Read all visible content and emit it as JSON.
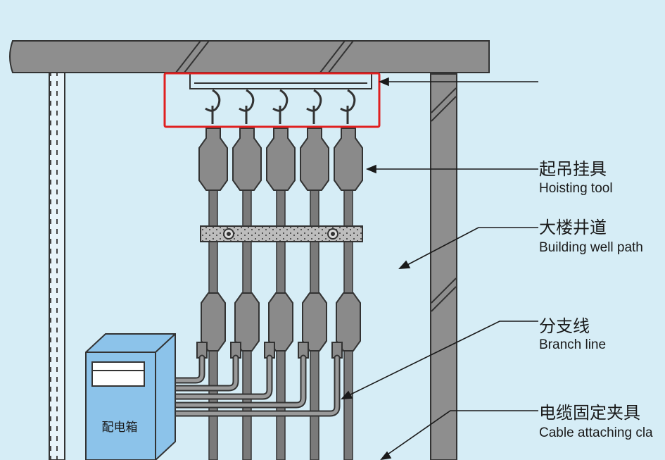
{
  "labels": {
    "hoisting_tool_cn": "起吊挂具",
    "hoisting_tool_en": "Hoisting tool",
    "well_path_cn": "大楼井道",
    "well_path_en": "Building well path",
    "branch_line_cn": "分支线",
    "branch_line_en": "Branch line",
    "clamp_cn": "电缆固定夹具",
    "clamp_en": "Cable attaching cla"
  },
  "distribution_box": {
    "label": "配电箱"
  },
  "colors": {
    "background": "#d6edf6",
    "beam": "#8e8e8e",
    "cable": "#7a7a7a",
    "box": "#8cc3ea",
    "highlight": "#e02020"
  },
  "cable_count": 5
}
